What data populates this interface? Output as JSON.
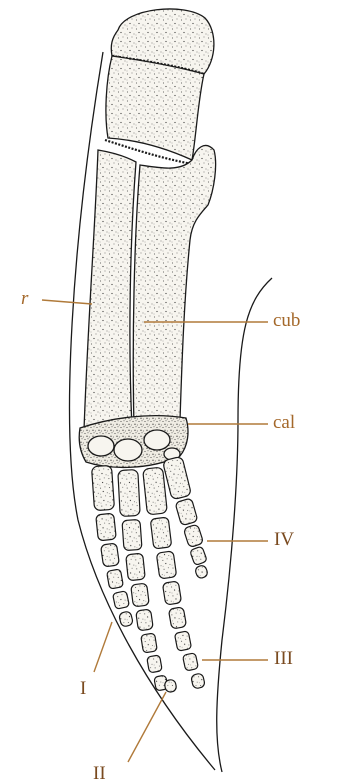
{
  "figure": {
    "labels": {
      "r": "r",
      "cub": "cub",
      "cal": "cal",
      "IV": "IV",
      "I": "I",
      "III": "III",
      "II": "II"
    },
    "colors": {
      "leader": "#b07a3a",
      "label": "#a4682a",
      "ink": "#1a1a1a",
      "bone_fill": "#f4f1ea"
    }
  }
}
